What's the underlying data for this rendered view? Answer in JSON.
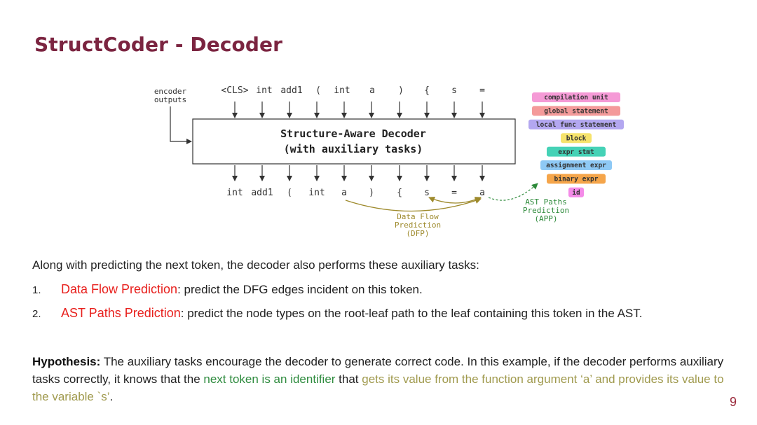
{
  "title": "StructCoder - Decoder",
  "diagram": {
    "encoder_label": [
      "encoder",
      "outputs"
    ],
    "input_tokens": [
      "<CLS>",
      "int",
      "add1",
      "(",
      "int",
      "a",
      ")",
      "{",
      "s",
      "="
    ],
    "decoder_box": [
      "Structure-Aware Decoder",
      "(with auxiliary tasks)"
    ],
    "output_tokens": [
      "int",
      "add1",
      "(",
      "int",
      "a",
      ")",
      "{",
      "s",
      "=",
      "a"
    ],
    "dfp_label": [
      "Data Flow",
      "Prediction",
      "(DFP)"
    ],
    "app_label": [
      "AST Paths",
      "Prediction",
      "(APP)"
    ],
    "ast_nodes": [
      {
        "label": "compilation unit",
        "color": "#f59ad6"
      },
      {
        "label": "global statement",
        "color": "#f49a9a"
      },
      {
        "label": "local func statement",
        "color": "#b3a7f0"
      },
      {
        "label": "block",
        "color": "#f6e36c"
      },
      {
        "label": "expr stmt",
        "color": "#45d2b6"
      },
      {
        "label": "assignment expr",
        "color": "#8ec9f5"
      },
      {
        "label": "binary expr",
        "color": "#f5a54a"
      },
      {
        "label": "id",
        "color": "#f48be8"
      }
    ],
    "colors": {
      "dfp": "#9e8a2c",
      "app": "#2d8a3a",
      "line": "#333333"
    }
  },
  "intro": "Along with predicting the next token, the decoder also performs these auxiliary tasks:",
  "tasks": [
    {
      "num": "1.",
      "name": "Data Flow Prediction",
      "desc": ": predict the DFG edges incident on this token."
    },
    {
      "num": "2.",
      "name": "AST Paths Prediction",
      "desc": ": predict the node types on the root-leaf path to the leaf containing this token in the AST."
    }
  ],
  "hypothesis": {
    "label": "Hypothesis:",
    "text1": " The auxiliary tasks encourage the decoder to generate correct code. In this example, if the decoder performs auxiliary tasks correctly, it knows that the ",
    "green": "next token is an identifier",
    "text2": " that ",
    "olive": "gets its value from the function argument ‘a’ and provides its value to the variable `s’",
    "text3": "."
  },
  "page_number": "9"
}
